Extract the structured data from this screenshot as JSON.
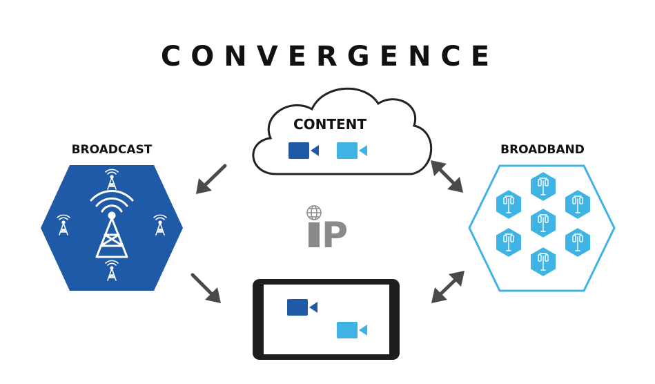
{
  "title": "CONVERGENCE",
  "nodes": {
    "content": {
      "label": "CONTENT"
    },
    "broadcast": {
      "label": "BROADCAST"
    },
    "broadband": {
      "label": "BROADBAND"
    },
    "ip": {
      "label": "iP"
    }
  },
  "colors": {
    "dark_blue": "#1f5aa6",
    "light_blue": "#3fb3e3",
    "arrow": "#4a4a4a",
    "ip_gray": "#8a8a8a",
    "device_frame": "#1e1e1e"
  },
  "icons": [
    "video-camera-icon",
    "radio-tower-icon",
    "cell-tower-icon",
    "globe-icon"
  ]
}
